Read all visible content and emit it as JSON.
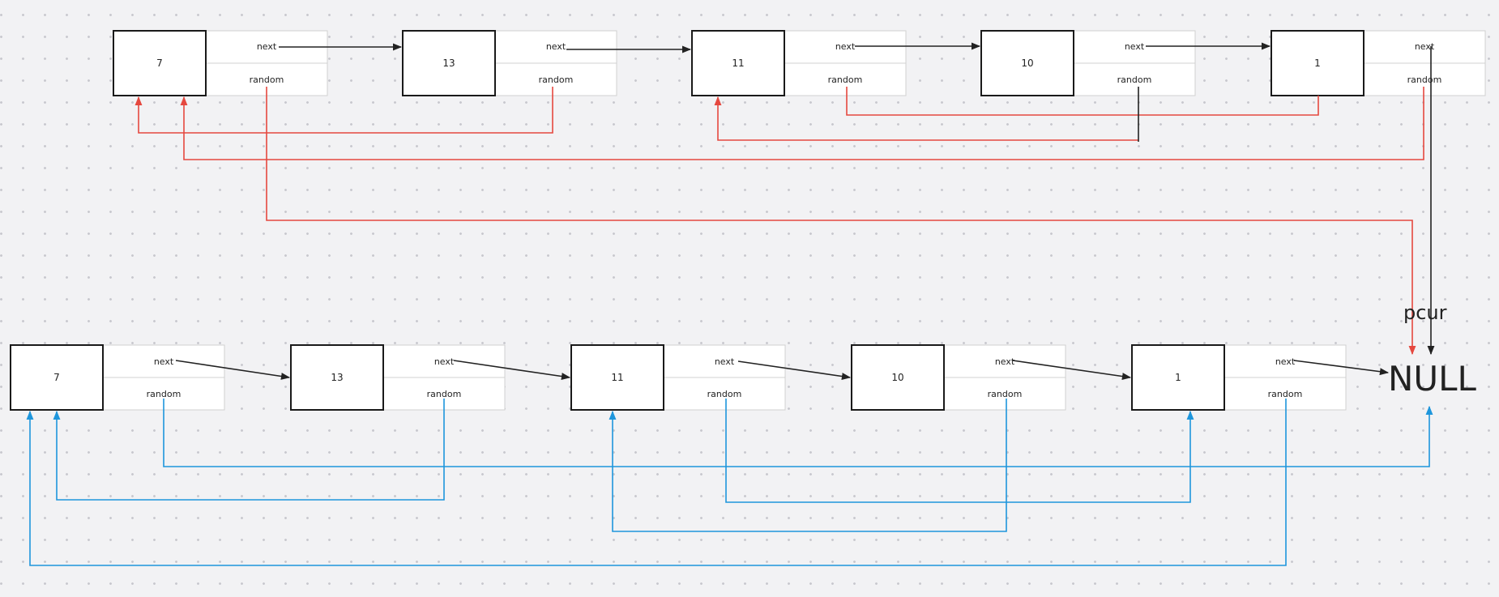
{
  "diagram": {
    "field_next": "next",
    "field_random": "random",
    "null_label": "NULL",
    "pointer_label": "pcur",
    "colors": {
      "next_arrow": "#222222",
      "original_random": "#e5483f",
      "copy_random": "#1e96dc",
      "node_border": "#1a1a1a",
      "field_border": "#d0d0d0",
      "background": "#f2f2f4"
    },
    "original_list": [
      {
        "value": "7",
        "random_to": "NULL"
      },
      {
        "value": "13",
        "random_to": "7"
      },
      {
        "value": "11",
        "random_to": "1"
      },
      {
        "value": "10",
        "random_to": "11"
      },
      {
        "value": "1",
        "random_to": "7"
      }
    ],
    "copied_list": [
      {
        "value": "7",
        "random_to": "NULL"
      },
      {
        "value": "13",
        "random_to": "7"
      },
      {
        "value": "11",
        "random_to": "1"
      },
      {
        "value": "10",
        "random_to": "11"
      },
      {
        "value": "1",
        "random_to": "7"
      }
    ]
  }
}
